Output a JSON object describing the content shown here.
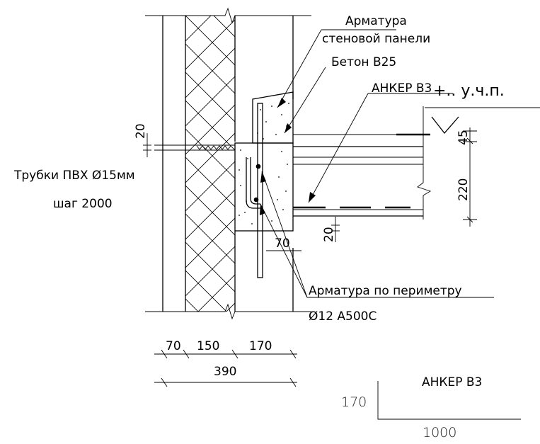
{
  "labels": {
    "rebar_panel_line1": "Арматура",
    "rebar_panel_line2": "стеновой панели",
    "concrete": "Бетон В25",
    "anchor": "АНКЕР В3",
    "level_mark": "+.. у.ч.п.",
    "pvc_tubes": "Трубки ПВХ Ø15мм",
    "pitch": "шаг 2000",
    "rebar_perimeter": "Арматура по периметру",
    "rebar_spec": "Ø12 А500С"
  },
  "dimensions": {
    "d20_left": "20",
    "d45": "45",
    "d220": "220",
    "d20_bottom": "20",
    "d70_right": "70",
    "d70": "70",
    "d150": "150",
    "d170": "170",
    "d390": "390"
  },
  "anchor_detail": {
    "title": "АНКЕР В3",
    "leg": "170",
    "length": "1000"
  }
}
